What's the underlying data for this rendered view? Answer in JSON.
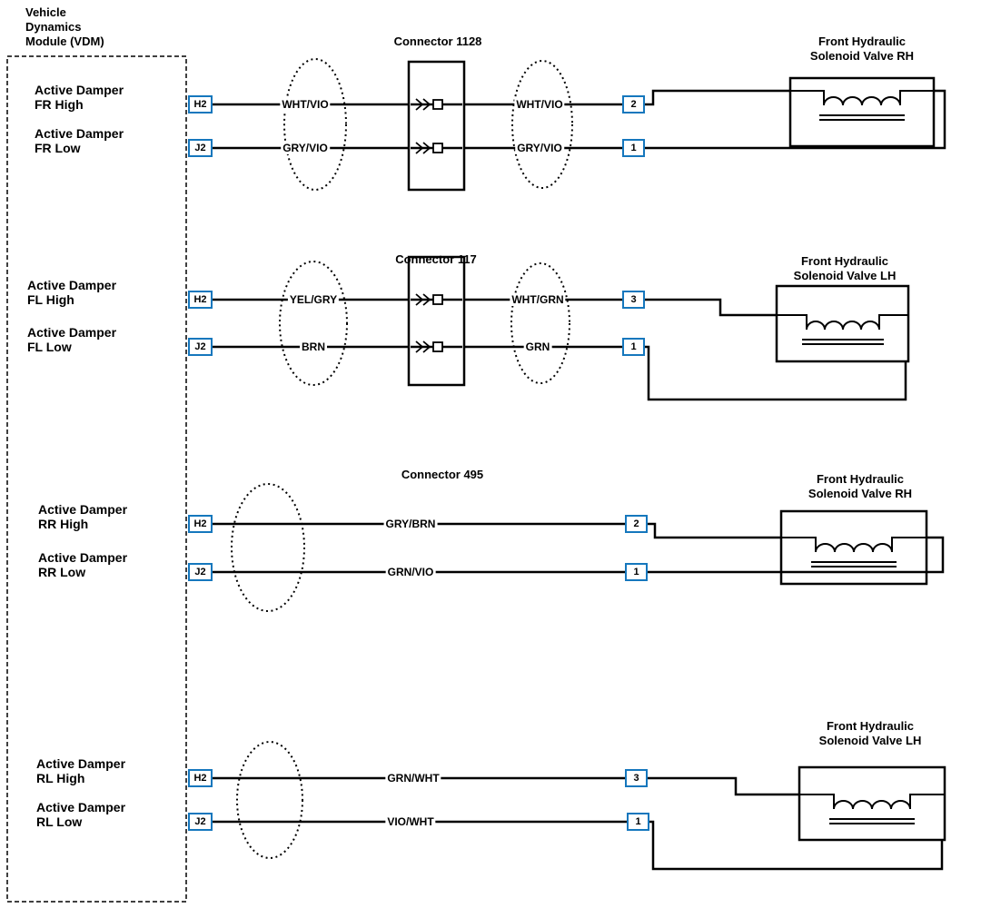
{
  "module": {
    "title_lines": [
      "Vehicle",
      "Dynamics",
      "Module (VDM)"
    ]
  },
  "colors": {
    "pin_border": "#1577bd",
    "wire": "#000000"
  },
  "circuits": [
    {
      "connector": "Connector 1128",
      "valve": {
        "label1": "Front Hydraulic",
        "label2": "Solenoid Valve RH"
      },
      "high": {
        "label1": "Active Damper",
        "label2": "FR High",
        "pin": "H2",
        "wire_left": "WHT/VIO",
        "wire_right": "WHT/VIO",
        "valve_pin": "2"
      },
      "low": {
        "label1": "Active Damper",
        "label2": "FR Low",
        "pin": "J2",
        "wire_left": "GRY/VIO",
        "wire_right": "GRY/VIO",
        "valve_pin": "1"
      }
    },
    {
      "connector": "Connector 117",
      "valve": {
        "label1": "Front Hydraulic",
        "label2": "Solenoid Valve LH"
      },
      "high": {
        "label1": "Active Damper",
        "label2": "FL High",
        "pin": "H2",
        "wire_left": "YEL/GRY",
        "wire_right": "WHT/GRN",
        "valve_pin": "3"
      },
      "low": {
        "label1": "Active Damper",
        "label2": "FL Low",
        "pin": "J2",
        "wire_left": "BRN",
        "wire_right": "GRN",
        "valve_pin": "1"
      }
    },
    {
      "connector": "Connector 495",
      "valve": {
        "label1": "Front Hydraulic",
        "label2": "Solenoid Valve RH"
      },
      "high": {
        "label1": "Active Damper",
        "label2": "RR High",
        "pin": "H2",
        "wire": "GRY/BRN",
        "valve_pin": "2"
      },
      "low": {
        "label1": "Active Damper",
        "label2": "RR Low",
        "pin": "J2",
        "wire": "GRN/VIO",
        "valve_pin": "1"
      }
    },
    {
      "connector": "",
      "valve": {
        "label1": "Front Hydraulic",
        "label2": "Solenoid Valve LH"
      },
      "high": {
        "label1": "Active Damper",
        "label2": "RL High",
        "pin": "H2",
        "wire": "GRN/WHT",
        "valve_pin": "3"
      },
      "low": {
        "label1": "Active Damper",
        "label2": "RL Low",
        "pin": "J2",
        "wire": "VIO/WHT",
        "valve_pin": "1"
      }
    }
  ]
}
